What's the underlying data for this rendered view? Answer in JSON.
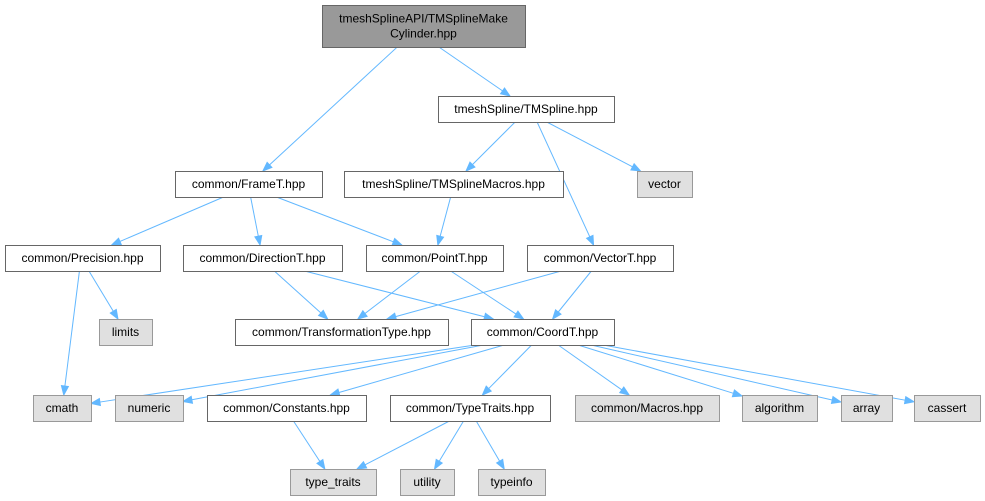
{
  "graph": {
    "nodes": [
      {
        "id": "root",
        "kind": "root",
        "lines": [
          "tmeshSplineAPI/TMSplineMake",
          "Cylinder.hpp"
        ]
      },
      {
        "id": "tmspline",
        "kind": "file",
        "lines": [
          "tmeshSpline/TMSpline.hpp"
        ]
      },
      {
        "id": "framet",
        "kind": "file",
        "lines": [
          "common/FrameT.hpp"
        ]
      },
      {
        "id": "tmsplinemacros",
        "kind": "file",
        "lines": [
          "tmeshSpline/TMSplineMacros.hpp"
        ]
      },
      {
        "id": "vector",
        "kind": "sys",
        "lines": [
          "vector"
        ]
      },
      {
        "id": "precision",
        "kind": "file",
        "lines": [
          "common/Precision.hpp"
        ]
      },
      {
        "id": "directiont",
        "kind": "file",
        "lines": [
          "common/DirectionT.hpp"
        ]
      },
      {
        "id": "pointt",
        "kind": "file",
        "lines": [
          "common/PointT.hpp"
        ]
      },
      {
        "id": "vectort",
        "kind": "file",
        "lines": [
          "common/VectorT.hpp"
        ]
      },
      {
        "id": "limits",
        "kind": "sys",
        "lines": [
          "limits"
        ]
      },
      {
        "id": "transformationtype",
        "kind": "file",
        "lines": [
          "common/TransformationType.hpp"
        ]
      },
      {
        "id": "coordt",
        "kind": "file",
        "lines": [
          "common/CoordT.hpp"
        ]
      },
      {
        "id": "cmath",
        "kind": "sys",
        "lines": [
          "cmath"
        ]
      },
      {
        "id": "numeric",
        "kind": "sys",
        "lines": [
          "numeric"
        ]
      },
      {
        "id": "constants",
        "kind": "file",
        "lines": [
          "common/Constants.hpp"
        ]
      },
      {
        "id": "typetraitshpp",
        "kind": "file",
        "lines": [
          "common/TypeTraits.hpp"
        ]
      },
      {
        "id": "macros",
        "kind": "sys",
        "lines": [
          "common/Macros.hpp"
        ]
      },
      {
        "id": "algorithm",
        "kind": "sys",
        "lines": [
          "algorithm"
        ]
      },
      {
        "id": "array",
        "kind": "sys",
        "lines": [
          "array"
        ]
      },
      {
        "id": "cassert",
        "kind": "sys",
        "lines": [
          "cassert"
        ]
      },
      {
        "id": "type_traits",
        "kind": "sys",
        "lines": [
          "type_traits"
        ]
      },
      {
        "id": "utility",
        "kind": "sys",
        "lines": [
          "utility"
        ]
      },
      {
        "id": "typeinfo",
        "kind": "sys",
        "lines": [
          "typeinfo"
        ]
      }
    ],
    "edges": [
      [
        "root",
        "tmspline"
      ],
      [
        "root",
        "framet"
      ],
      [
        "tmspline",
        "tmsplinemacros"
      ],
      [
        "tmspline",
        "vector"
      ],
      [
        "tmspline",
        "vectort"
      ],
      [
        "framet",
        "precision"
      ],
      [
        "framet",
        "directiont"
      ],
      [
        "framet",
        "pointt"
      ],
      [
        "tmsplinemacros",
        "pointt"
      ],
      [
        "precision",
        "limits"
      ],
      [
        "precision",
        "cmath"
      ],
      [
        "directiont",
        "transformationtype"
      ],
      [
        "directiont",
        "coordt"
      ],
      [
        "pointt",
        "transformationtype"
      ],
      [
        "pointt",
        "coordt"
      ],
      [
        "vectort",
        "transformationtype"
      ],
      [
        "vectort",
        "coordt"
      ],
      [
        "coordt",
        "cmath"
      ],
      [
        "coordt",
        "numeric"
      ],
      [
        "coordt",
        "constants"
      ],
      [
        "coordt",
        "typetraitshpp"
      ],
      [
        "coordt",
        "macros"
      ],
      [
        "coordt",
        "algorithm"
      ],
      [
        "coordt",
        "array"
      ],
      [
        "coordt",
        "cassert"
      ],
      [
        "constants",
        "type_traits"
      ],
      [
        "typetraitshpp",
        "type_traits"
      ],
      [
        "typetraitshpp",
        "utility"
      ],
      [
        "typetraitshpp",
        "typeinfo"
      ]
    ]
  }
}
